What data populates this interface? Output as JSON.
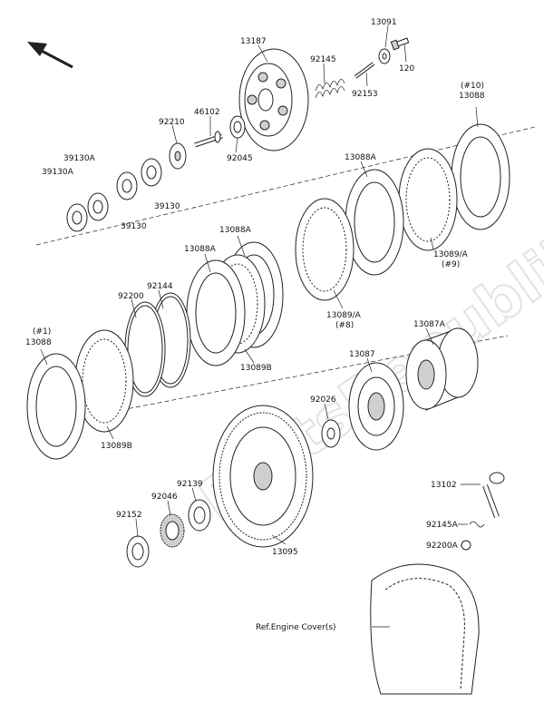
{
  "watermark": "PartsRepublik",
  "labels": {
    "l13091": "13091",
    "l120": "120",
    "l13187": "13187",
    "l92145": "92145",
    "l92153": "92153",
    "l92210": "92210",
    "l46102": "46102",
    "l92045": "92045",
    "l10tag": "(#10)",
    "l13088_top": "13088",
    "l13088A_a": "13088A",
    "l39130A_a": "39130A",
    "l39130A_b": "39130A",
    "l39130_a": "39130",
    "l39130_b": "39130",
    "l13089A_9": "13089/A",
    "l9tag": "(#9)",
    "l13088A_b": "13088A",
    "l13088A_c": "13088A",
    "l92144": "92144",
    "l92200": "92200",
    "l13089A_8": "13089/A",
    "l8tag": "(#8)",
    "l1tag": "(#1)",
    "l13088_left": "13088",
    "l13087A": "13087A",
    "l13087": "13087",
    "l13089B_a": "13089B",
    "l13089B_b": "13089B",
    "l92026": "92026",
    "l13102": "13102",
    "l92139": "92139",
    "l92046": "92046",
    "l92152": "92152",
    "l92145A": "92145A",
    "l92200A": "92200A",
    "l13095": "13095",
    "l_ref": "Ref.Engine Cover(s)"
  }
}
